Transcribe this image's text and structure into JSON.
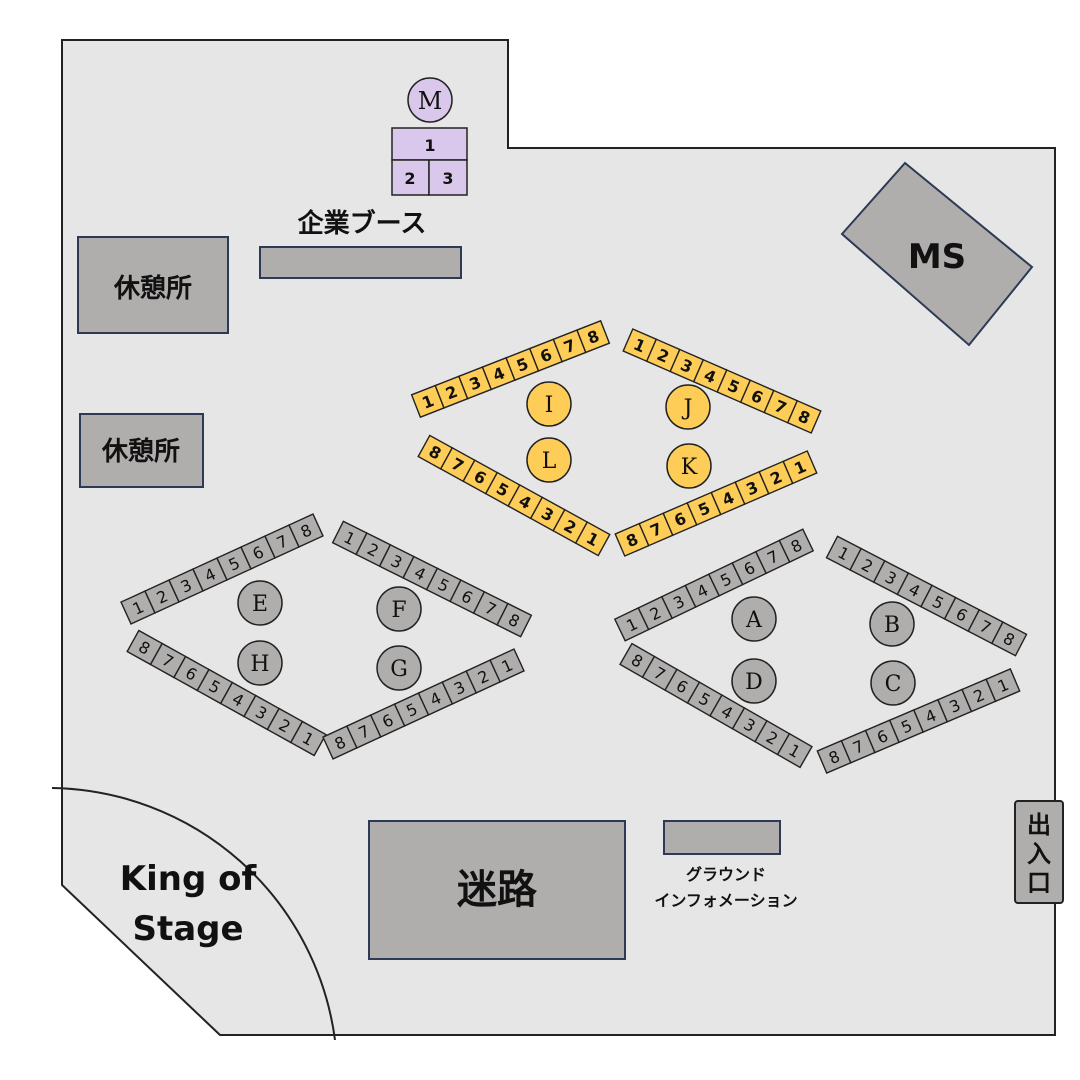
{
  "map": {
    "areas": {
      "corporate_booth": "企業ブース",
      "rest_area_1": "休憩所",
      "rest_area_2": "休憩所",
      "ms": "MS",
      "maze": "迷路",
      "ground_info_line1": "グラウンド",
      "ground_info_line2": "インフォメーション",
      "king_of_stage_line1": "King of",
      "king_of_stage_line2": "Stage",
      "entrance": [
        "出",
        "入",
        "口"
      ]
    },
    "m_block": {
      "label": "M",
      "booths": [
        "1",
        "2",
        "3"
      ]
    },
    "colors": {
      "floor": "#e6e6e6",
      "gray_booth": "#b0adad",
      "yellow_booth": "#fecd58",
      "purple_booth": "#d9c8ec",
      "outline": "#222222",
      "box_border": "#2c3a56"
    },
    "clusters": [
      {
        "id": "IJKL",
        "color": "yellow",
        "rows": [
          {
            "labels": [
              "1",
              "2",
              "3",
              "4",
              "5",
              "6",
              "7",
              "8"
            ]
          },
          {
            "labels": [
              "1",
              "2",
              "3",
              "4",
              "5",
              "6",
              "7",
              "8"
            ]
          },
          {
            "labels": [
              "8",
              "7",
              "6",
              "5",
              "4",
              "3",
              "2",
              "1"
            ]
          },
          {
            "labels": [
              "8",
              "7",
              "6",
              "5",
              "4",
              "3",
              "2",
              "1"
            ]
          }
        ],
        "circles": [
          "I",
          "J",
          "L",
          "K"
        ]
      },
      {
        "id": "EFGH",
        "color": "gray",
        "rows": [
          {
            "labels": [
              "1",
              "2",
              "3",
              "4",
              "5",
              "6",
              "7",
              "8"
            ]
          },
          {
            "labels": [
              "1",
              "2",
              "3",
              "4",
              "5",
              "6",
              "7",
              "8"
            ]
          },
          {
            "labels": [
              "8",
              "7",
              "6",
              "5",
              "4",
              "3",
              "2",
              "1"
            ]
          },
          {
            "labels": [
              "8",
              "7",
              "6",
              "5",
              "4",
              "3",
              "2",
              "1"
            ]
          }
        ],
        "circles": [
          "E",
          "F",
          "H",
          "G"
        ]
      },
      {
        "id": "ABCD",
        "color": "gray",
        "rows": [
          {
            "labels": [
              "1",
              "2",
              "3",
              "4",
              "5",
              "6",
              "7",
              "8"
            ]
          },
          {
            "labels": [
              "1",
              "2",
              "3",
              "4",
              "5",
              "6",
              "7",
              "8"
            ]
          },
          {
            "labels": [
              "8",
              "7",
              "6",
              "5",
              "4",
              "3",
              "2",
              "1"
            ]
          },
          {
            "labels": [
              "8",
              "7",
              "6",
              "5",
              "4",
              "3",
              "2",
              "1"
            ]
          }
        ],
        "circles": [
          "A",
          "B",
          "D",
          "C"
        ]
      }
    ]
  }
}
